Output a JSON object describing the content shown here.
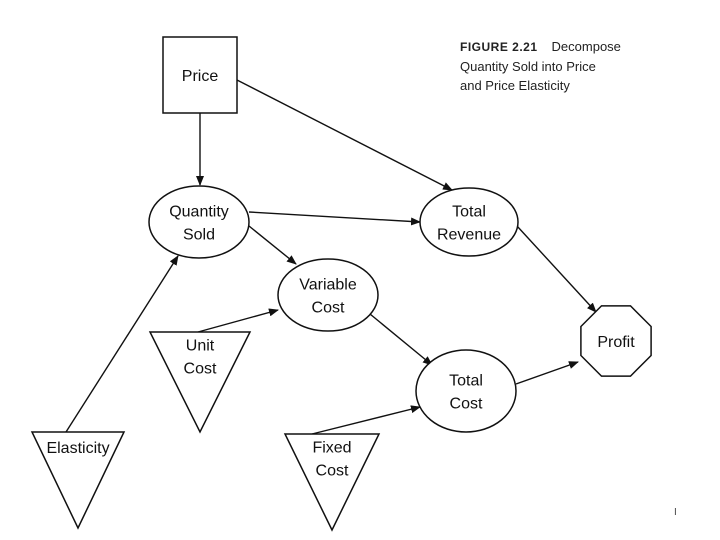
{
  "caption": {
    "figure_label": "FIGURE 2.21",
    "line1": "Decompose",
    "line2": "Quantity Sold into Price",
    "line3": "and Price Elasticity"
  },
  "nodes": {
    "price": {
      "lines": [
        "Price"
      ],
      "shape": "rectangle"
    },
    "quantity_sold": {
      "lines": [
        "Quantity",
        "Sold"
      ],
      "shape": "ellipse"
    },
    "total_revenue": {
      "lines": [
        "Total",
        "Revenue"
      ],
      "shape": "ellipse"
    },
    "variable_cost": {
      "lines": [
        "Variable",
        "Cost"
      ],
      "shape": "ellipse"
    },
    "total_cost": {
      "lines": [
        "Total",
        "Cost"
      ],
      "shape": "ellipse"
    },
    "profit": {
      "lines": [
        "Profit"
      ],
      "shape": "octagon"
    },
    "unit_cost": {
      "lines": [
        "Unit",
        "Cost"
      ],
      "shape": "triangle"
    },
    "fixed_cost": {
      "lines": [
        "Fixed",
        "Cost"
      ],
      "shape": "triangle"
    },
    "elasticity": {
      "lines": [
        "Elasticity"
      ],
      "shape": "triangle"
    }
  },
  "edges": [
    [
      "price",
      "quantity_sold"
    ],
    [
      "price",
      "total_revenue"
    ],
    [
      "quantity_sold",
      "total_revenue"
    ],
    [
      "quantity_sold",
      "variable_cost"
    ],
    [
      "elasticity",
      "quantity_sold"
    ],
    [
      "unit_cost",
      "variable_cost"
    ],
    [
      "variable_cost",
      "total_cost"
    ],
    [
      "fixed_cost",
      "total_cost"
    ],
    [
      "total_revenue",
      "profit"
    ],
    [
      "total_cost",
      "profit"
    ]
  ],
  "page_mark": "I",
  "colors": {
    "ink": "#111111",
    "background": "#ffffff"
  }
}
